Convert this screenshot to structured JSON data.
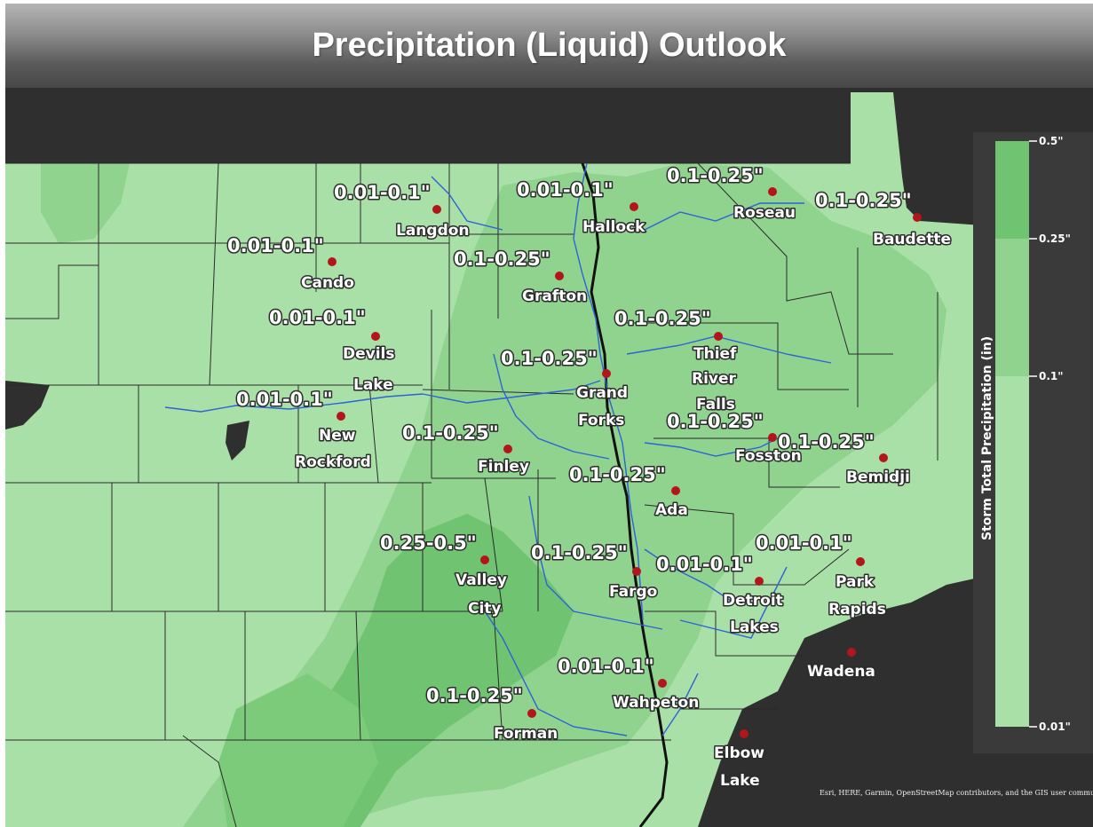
{
  "title": "Precipitation (Liquid) Outlook",
  "colors": {
    "background_dark": "#2f2f2f",
    "band_0_01_0_1": "#a9e0a7",
    "band_0_1_0_25": "#8fd38e",
    "band_0_25_0_5": "#70c370",
    "boundary": "#2a2a2a",
    "river": "#2e63d6",
    "city_dot": "#b3151d"
  },
  "icons": [
    "city-marker-icon"
  ],
  "locations": [
    {
      "city": "Langdon",
      "amount": "0.01-0.1\""
    },
    {
      "city": "Hallock",
      "amount": "0.01-0.1\""
    },
    {
      "city": "Roseau",
      "amount": "0.1-0.25\""
    },
    {
      "city": "Baudette",
      "amount": "0.1-0.25\""
    },
    {
      "city": "Cando",
      "amount": "0.01-0.1\""
    },
    {
      "city": "Grafton",
      "amount": "0.1-0.25\""
    },
    {
      "city": "Devils Lake",
      "amount": "0.01-0.1\""
    },
    {
      "city": "Thief River Falls",
      "amount": "0.1-0.25\""
    },
    {
      "city": "Grand Forks",
      "amount": "0.1-0.25\""
    },
    {
      "city": "New Rockford",
      "amount": "0.01-0.1\""
    },
    {
      "city": "Finley",
      "amount": "0.1-0.25\""
    },
    {
      "city": "Fosston",
      "amount": "0.1-0.25\""
    },
    {
      "city": "Bemidji",
      "amount": "0.1-0.25\""
    },
    {
      "city": "Ada",
      "amount": "0.1-0.25\""
    },
    {
      "city": "Valley City",
      "amount": "0.25-0.5\""
    },
    {
      "city": "Fargo",
      "amount": "0.1-0.25\""
    },
    {
      "city": "Detroit Lakes",
      "amount": "0.01-0.1\""
    },
    {
      "city": "Park Rapids",
      "amount": "0.01-0.1\""
    },
    {
      "city": "Wadena",
      "amount": ""
    },
    {
      "city": "Wahpeton",
      "amount": "0.01-0.1\""
    },
    {
      "city": "Forman",
      "amount": "0.1-0.25\""
    },
    {
      "city": "Elbow Lake",
      "amount": ""
    }
  ],
  "legend": {
    "title": "Storm Total Precipitation (in)",
    "ticks": [
      "0.5\"",
      "0.25\"",
      "0.1\"",
      "0.01\""
    ]
  },
  "attribution": "Esri, HERE, Garmin, OpenStreetMap contributors, and the GIS user community"
}
